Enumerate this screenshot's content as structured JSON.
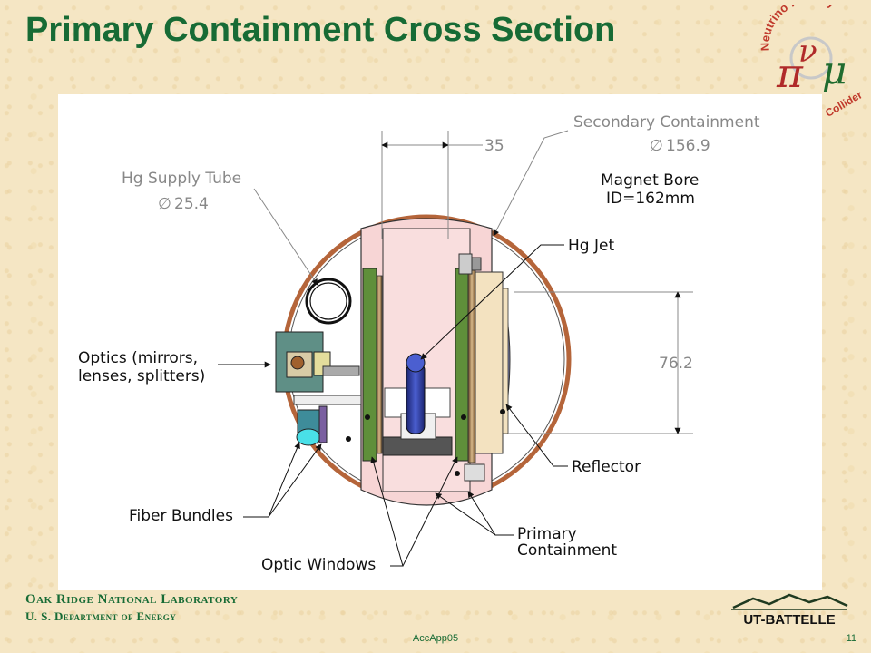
{
  "slide": {
    "title": "Primary Containment Cross Section",
    "footer_code": "AccApp05",
    "page_number": "11"
  },
  "organization": {
    "lab_name": "Oak Ridge National Laboratory",
    "department": "U. S. Department of Energy"
  },
  "logos": {
    "top_right": "Neutrino Factory / Muon Collider",
    "top_right_symbols": "νπμ",
    "bottom_right": "UT-BATTELLE"
  },
  "diagram": {
    "labels": {
      "hg_supply_tube": "Hg Supply Tube",
      "hg_supply_tube_dim": "25.4",
      "secondary_containment": "Secondary Containment",
      "secondary_containment_dim": "156.9",
      "dim_35": "35",
      "magnet_bore": "Magnet Bore",
      "magnet_bore_id": "ID=162mm",
      "hg_jet": "Hg Jet",
      "optics_line1": "Optics (mirrors,",
      "optics_line2": "lenses, splitters)",
      "dim_76": "76.2",
      "reflector": "Reflector",
      "fiber_bundles": "Fiber Bundles",
      "primary_line1": "Primary",
      "primary_line2": "Containment",
      "optic_windows": "Optic Windows"
    },
    "diameter_symbol": "∅",
    "colors": {
      "title_green": "#176b35",
      "outer_ring": "#b5653a",
      "primary_pink": "#f7d5d5",
      "window_green": "#5f8f3a",
      "hg_jet_blue": "#2a3a9a",
      "optics_teal": "#5f8f86"
    }
  }
}
